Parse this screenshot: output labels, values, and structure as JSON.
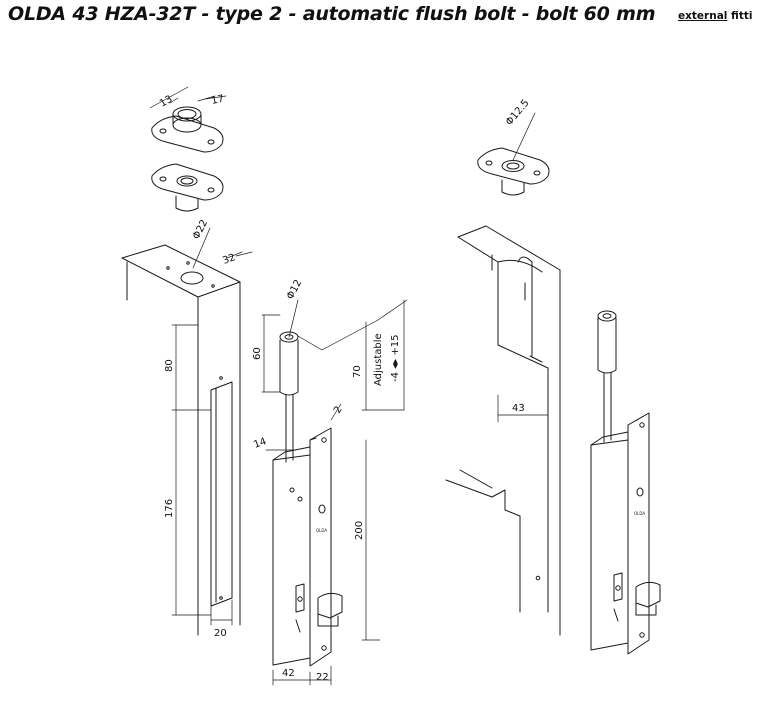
{
  "title": "OLDA 43 HZA-32T -  type 2 - automatic flush bolt - bolt 60 mm",
  "link": {
    "word1": "external",
    "word2": "fitti"
  },
  "dimensions": {
    "d13": "13",
    "d17": "17",
    "d22": "Φ22",
    "d32": "32",
    "d80": "80",
    "d176": "176",
    "d20": "20",
    "d12": "Φ12",
    "d60": "60",
    "d70": "70",
    "adjustable": "Adjustable",
    "adj_range": "-4 ◂▸ +15",
    "d2": "2",
    "d14": "14",
    "d200": "200",
    "d42": "42",
    "d22b": "22",
    "d12_5": "Φ12.5",
    "d43": "43"
  },
  "colors": {
    "line": "#1a1a1a",
    "background": "#ffffff"
  }
}
